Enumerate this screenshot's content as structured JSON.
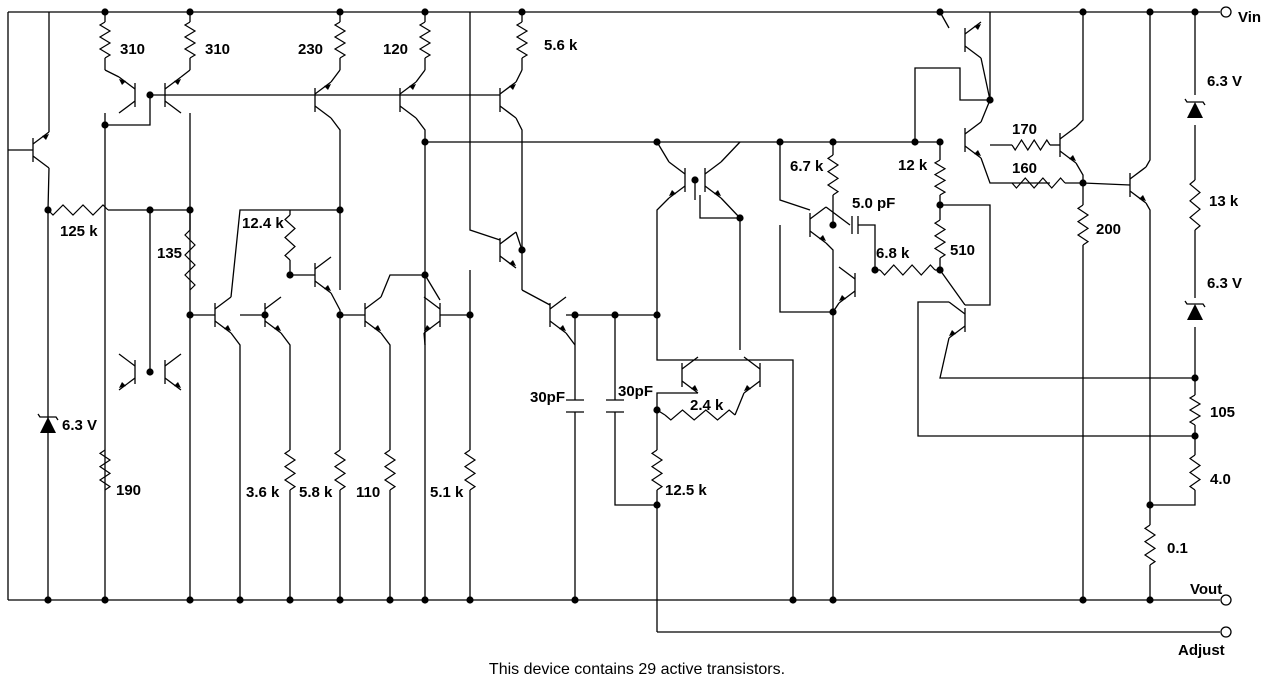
{
  "terminals": {
    "vin": "Vin",
    "vout": "Vout",
    "adjust": "Adjust"
  },
  "resistors": [
    "310",
    "310",
    "230",
    "120",
    "5.6 k",
    "125 k",
    "135",
    "12.4 k",
    "190",
    "3.6 k",
    "5.8 k",
    "110",
    "5.1 k",
    "6.7 k",
    "6.8 k",
    "12 k",
    "510",
    "170",
    "160",
    "200",
    "2.4 k",
    "12.5 k",
    "105",
    "4.0",
    "0.1",
    "13 k"
  ],
  "capacitors": [
    "30pF",
    "30pF",
    "5.0 pF"
  ],
  "zeners": [
    "6.3 V",
    "6.3 V",
    "6.3 V"
  ],
  "caption": "This device contains 29 active transistors."
}
